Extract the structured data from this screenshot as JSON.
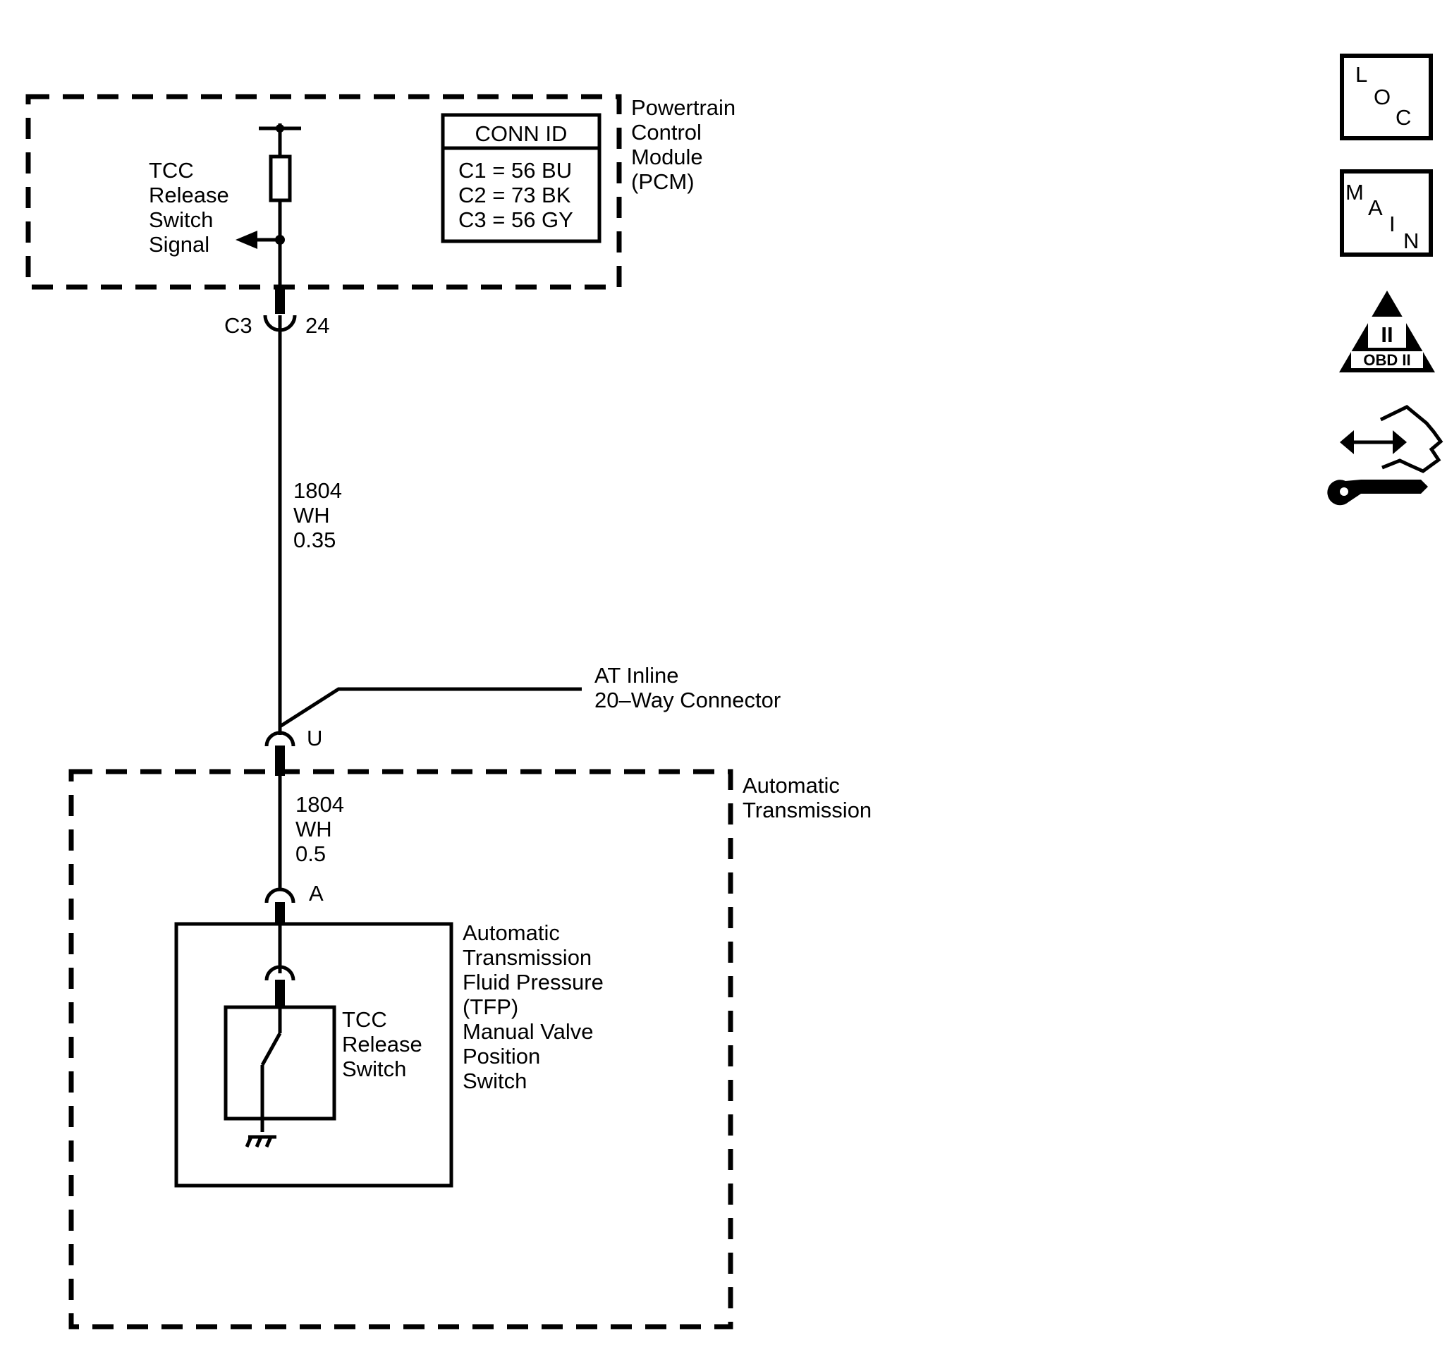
{
  "pcm": {
    "name_lines": [
      "Powertrain",
      "Control",
      "Module",
      "(PCM)"
    ],
    "signal_lines": [
      "TCC",
      "Release",
      "Switch",
      "Signal"
    ],
    "conn_table": {
      "header": "CONN ID",
      "rows": [
        "C1 = 56 BU",
        "C2 = 73 BK",
        "C3 = 56 GY"
      ]
    }
  },
  "pcm_connector": {
    "connector": "C3",
    "pin": "24"
  },
  "wire_upper": {
    "circuit": "1804",
    "color": "WH",
    "size": "0.35"
  },
  "inline_connector": {
    "name_lines": [
      "AT Inline",
      "20–Way Connector"
    ],
    "pin": "U"
  },
  "transmission": {
    "name_lines": [
      "Automatic",
      "Transmission"
    ]
  },
  "wire_lower": {
    "circuit": "1804",
    "color": "WH",
    "size": "0.5"
  },
  "tfp_connector": {
    "pin": "A"
  },
  "tfp_switch": {
    "name_lines": [
      "Automatic",
      "Transmission",
      "Fluid Pressure",
      "(TFP)",
      "Manual Valve",
      "Position",
      "Switch"
    ]
  },
  "tcc_switch": {
    "name_lines": [
      "TCC",
      "Release",
      "Switch"
    ]
  },
  "side_icons": {
    "loc": {
      "letters": [
        "L",
        "O",
        "C"
      ]
    },
    "main": {
      "letters": [
        "M",
        "A",
        "I",
        "N"
      ]
    },
    "obd": {
      "numeral": "II",
      "label": "OBD II"
    },
    "service": {
      "icon": "hand-wrench-icon"
    }
  }
}
